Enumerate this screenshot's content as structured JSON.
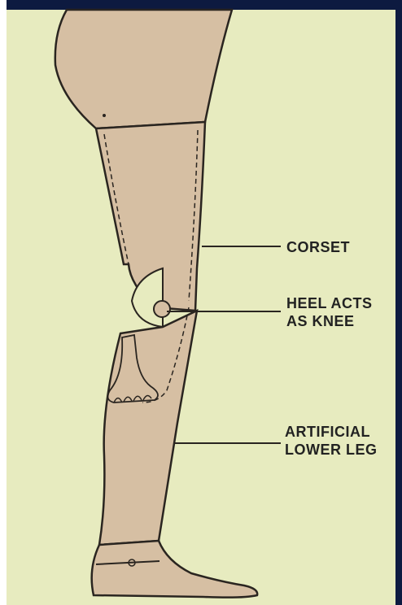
{
  "labels": {
    "corset": "CORSET",
    "heel_line1": "HEEL ACTS",
    "heel_line2": "AS KNEE",
    "artificial_line1": "ARTIFICIAL",
    "artificial_line2": "LOWER LEG"
  },
  "colors": {
    "background": "#e7ebbf",
    "skin": "#d6bfa3",
    "outline": "#2a2520",
    "border": "#0d1a40"
  }
}
